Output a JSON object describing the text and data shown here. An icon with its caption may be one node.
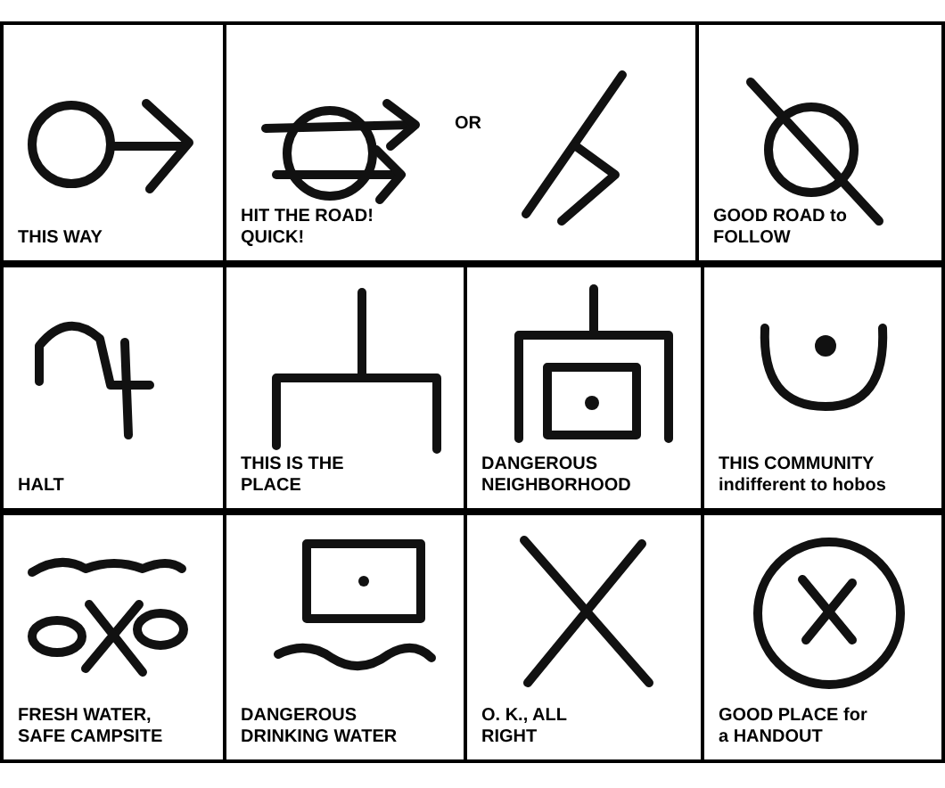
{
  "diagram": {
    "nodes": [
      {
        "text": [
          "THIS WAY"
        ]
      },
      {
        "text": [
          "OR",
          "HIT THE ROAD! QUICK!"
        ]
      },
      {
        "text": [
          "GOOD ROAD to FOLLOW"
        ]
      },
      {
        "text": [
          "HALT"
        ]
      },
      {
        "text": [
          "THIS IS THE PLACE"
        ]
      },
      {
        "text": [
          "DANGEROUS NEIGHBORHOOD"
        ]
      },
      {
        "text": [
          "THIS COMMUNITY indifferent to hobos"
        ]
      },
      {
        "text": [
          "FRESH WATER, SAFE CAMPSITE"
        ]
      },
      {
        "text": [
          "DANGEROUS DRINKING WATER"
        ]
      },
      {
        "text": [
          "O. K., ALL RIGHT"
        ]
      },
      {
        "text": [
          "GOOD PLACE for a HANDOUT"
        ]
      }
    ]
  }
}
